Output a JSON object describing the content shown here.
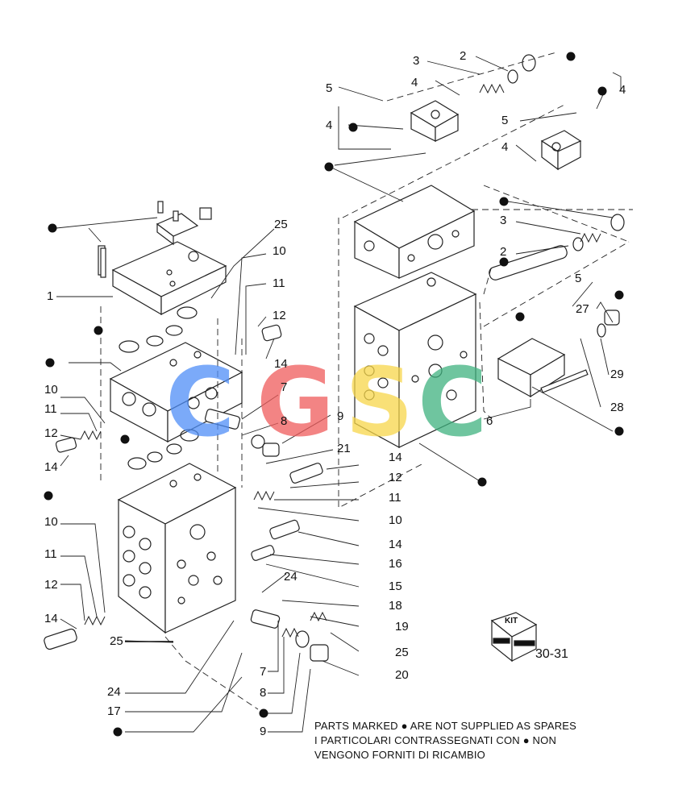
{
  "labels": {
    "l1": "1",
    "l2a": "2",
    "l2b": "2",
    "l3a": "3",
    "l3b": "3",
    "l4a": "4",
    "l4b": "4",
    "l4c": "4",
    "l4d": "4",
    "l5a": "5",
    "l5b": "5",
    "l5c": "5",
    "l6": "6",
    "l7a": "7",
    "l7b": "7",
    "l8a": "8",
    "l8b": "8",
    "l9a": "9",
    "l9b": "9",
    "l10a": "10",
    "l10b": "10",
    "l10c": "10",
    "l10d": "10",
    "l11a": "11",
    "l11b": "11",
    "l11c": "11",
    "l11d": "11",
    "l12a": "12",
    "l12b": "12",
    "l12c": "12",
    "l12d": "12",
    "l14a": "14",
    "l14b": "14",
    "l14c": "14",
    "l14d": "14",
    "l14e": "14",
    "l15": "15",
    "l16": "16",
    "l17": "17",
    "l18": "18",
    "l19": "19",
    "l20": "20",
    "l21": "21",
    "l24a": "24",
    "l24b": "24",
    "l25a": "25",
    "l25b": "25",
    "l25c": "25",
    "l27": "27",
    "l28": "28",
    "l29": "29"
  },
  "watermark": {
    "c1": "C",
    "g": "G",
    "s": "S",
    "c2": "C"
  },
  "kit": {
    "label": "KIT",
    "reference": "30-31"
  },
  "note": {
    "line1": "PARTS MARKED ● ARE NOT SUPPLIED AS SPARES",
    "line2": "I PARTICOLARI CONTRASSEGNATI CON ● NON",
    "line3": "VENGONO FORNITI DI RICAMBIO"
  },
  "colors": {
    "blue": "#4f8ef7",
    "red": "#ef5b5b",
    "yellow": "#f7d64a",
    "green": "#3fb27f"
  }
}
